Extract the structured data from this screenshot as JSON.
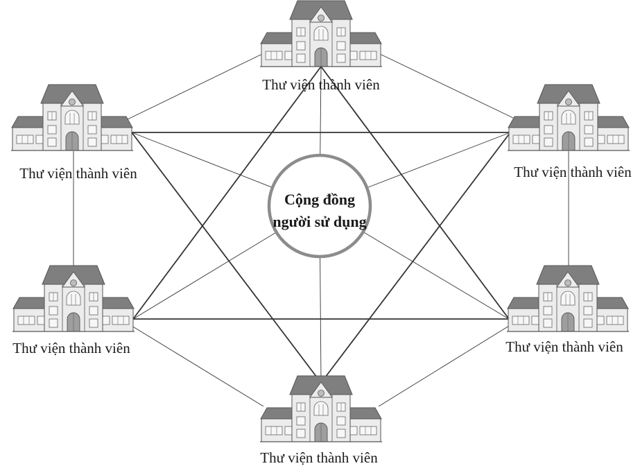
{
  "center": {
    "line1": "Cộng đồng",
    "line2": "người sử dụng",
    "stroke_color": "#8c8c8c"
  },
  "libraries": [
    {
      "id": "top",
      "label": "Thư viện thành viên"
    },
    {
      "id": "upper-left",
      "label": "Thư viện thành viên"
    },
    {
      "id": "upper-right",
      "label": "Thư viện thành viên"
    },
    {
      "id": "lower-left",
      "label": "Thư viện thành viên"
    },
    {
      "id": "lower-right",
      "label": "Thư viện thành viên"
    },
    {
      "id": "bottom",
      "label": "Thư viện thành viên"
    }
  ],
  "connections": [
    [
      "top",
      "upper-left"
    ],
    [
      "top",
      "upper-right"
    ],
    [
      "upper-left",
      "lower-left"
    ],
    [
      "upper-right",
      "lower-right"
    ],
    [
      "lower-left",
      "bottom"
    ],
    [
      "lower-right",
      "bottom"
    ],
    [
      "upper-left",
      "upper-right"
    ],
    [
      "lower-left",
      "lower-right"
    ],
    [
      "top",
      "lower-left"
    ],
    [
      "top",
      "lower-right"
    ],
    [
      "upper-left",
      "bottom"
    ],
    [
      "upper-right",
      "bottom"
    ],
    [
      "top",
      "center"
    ],
    [
      "bottom",
      "center"
    ],
    [
      "upper-left",
      "center"
    ],
    [
      "upper-right",
      "center"
    ],
    [
      "lower-left",
      "center"
    ],
    [
      "lower-right",
      "center"
    ]
  ],
  "icon": "library-building-icon",
  "colors": {
    "roof": "#7f7f7f",
    "wall": "#ececec",
    "outline": "#555555",
    "line": "#333333"
  }
}
